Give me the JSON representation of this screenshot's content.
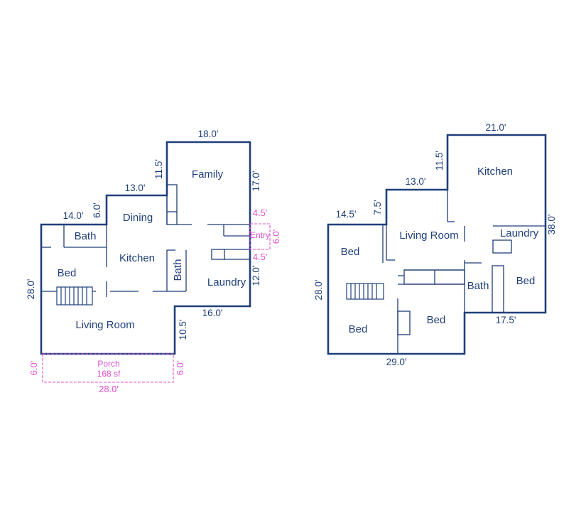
{
  "floor1": {
    "rooms": {
      "family": "Family",
      "dining": "Dining",
      "bath_top": "Bath",
      "kitchen": "Kitchen",
      "bed": "Bed",
      "bath_mid": "Bath",
      "laundry": "Laundry",
      "living_room": "Living Room"
    },
    "dims": {
      "top": "18.0'",
      "family_left": "11.5'",
      "family_right": "17.0'",
      "dining_top": "13.0'",
      "dining_left": "6.0'",
      "bath_top": "14.0'",
      "left": "28.0'",
      "laundry_right": "12.0'",
      "laundry_bottom": "16.0'",
      "living_right": "10.5'"
    },
    "entry": {
      "label": "Entry",
      "w_top": "4.5'",
      "w_bottom": "4.5'",
      "depth": "6.0'"
    },
    "porch": {
      "label": "Porch",
      "area": "168 sf",
      "width": "28.0'",
      "left": "6.0'",
      "right": "6.0'"
    }
  },
  "floor2": {
    "rooms": {
      "kitchen": "Kitchen",
      "living_room": "Living Room",
      "laundry": "Laundry",
      "bed_top_left": "Bed",
      "bed_bottom_left": "Bed",
      "bed_middle": "Bed",
      "bath": "Bath",
      "bed_right": "Bed"
    },
    "dims": {
      "top": "21.0'",
      "kitchen_left": "11.5'",
      "right": "38.0'",
      "living_top": "13.0'",
      "living_left": "7.5'",
      "bed_top": "14.5'",
      "left": "28.0'",
      "bottom": "29.0'",
      "bottom_right": "17.5'"
    }
  }
}
